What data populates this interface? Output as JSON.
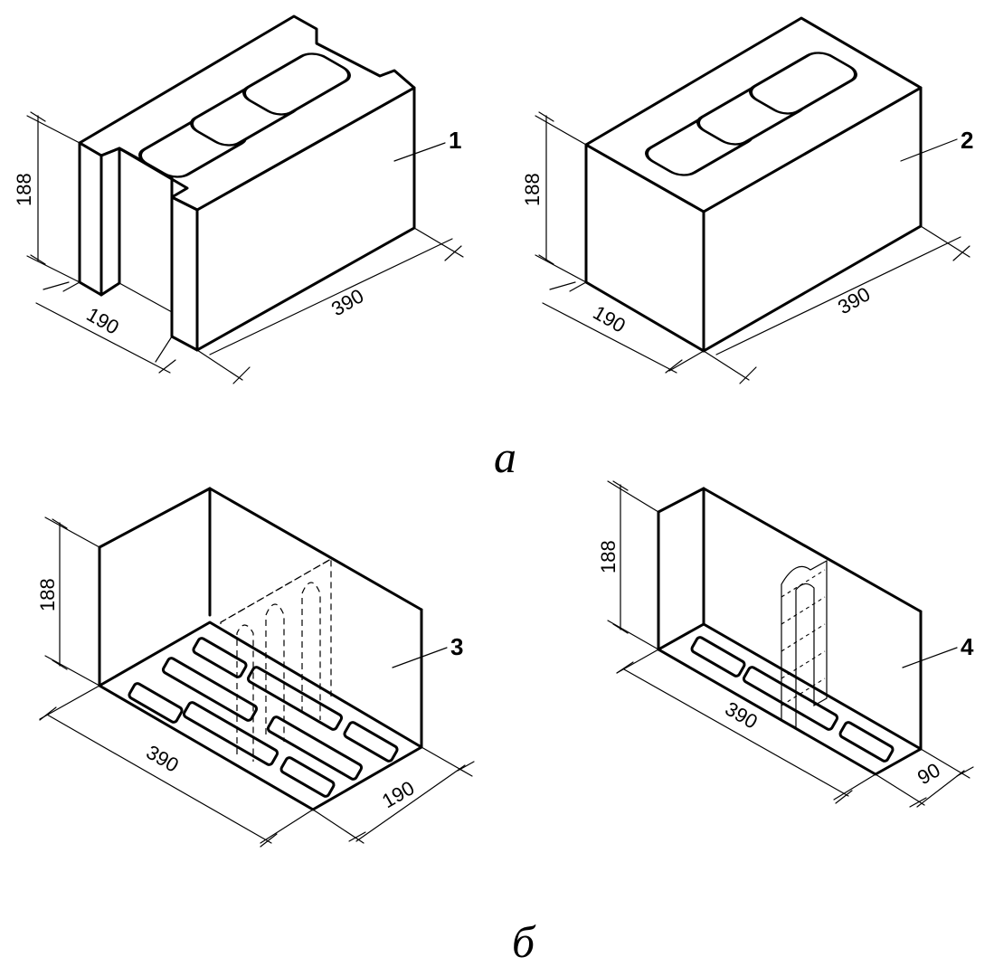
{
  "figure": {
    "captions": {
      "top": "а",
      "bottom": "б"
    },
    "blocks": [
      {
        "callout": "1",
        "dims": {
          "height": "188",
          "width": "190",
          "length": "390"
        }
      },
      {
        "callout": "2",
        "dims": {
          "height": "188",
          "width": "190",
          "length": "390"
        }
      },
      {
        "callout": "3",
        "dims": {
          "height": "188",
          "length": "390",
          "width": "190"
        }
      },
      {
        "callout": "4",
        "dims": {
          "height": "188",
          "length": "390",
          "width": "90"
        }
      }
    ]
  }
}
